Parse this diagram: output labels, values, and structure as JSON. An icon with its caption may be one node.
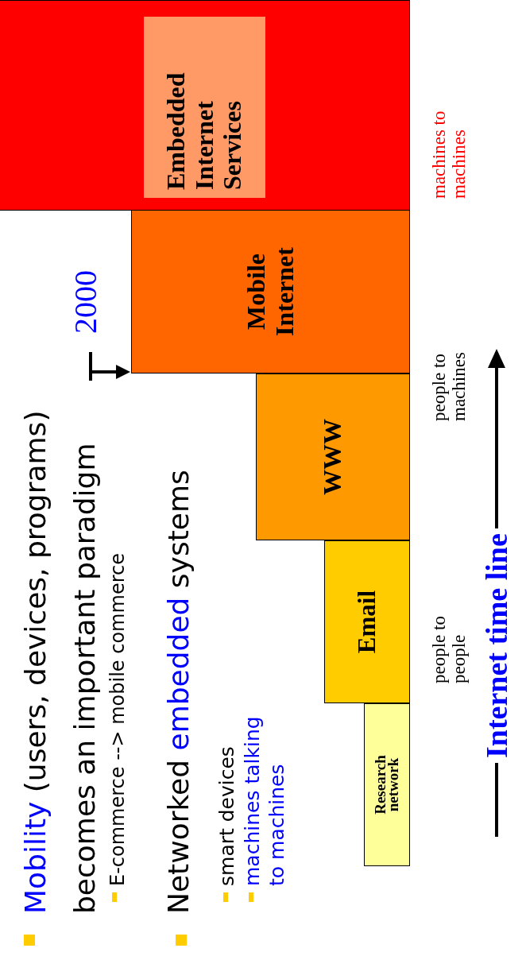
{
  "diagram": {
    "nodes": [
      {
        "text": [
          "Research network"
        ]
      },
      {
        "text": [
          "Email"
        ]
      },
      {
        "text": [
          "WWW"
        ]
      },
      {
        "text": [
          "Mobile Internet"
        ]
      },
      {
        "text": [],
        "shape": "box"
      },
      {
        "text": [
          "Embedded Internet Services"
        ],
        "in": 4
      }
    ],
    "edges": [],
    "labels": [
      "Mobility (users, devices, programs) becomes an important paradigm",
      "E-commerce --> mobile commerce",
      "Networked embedded systems",
      "smart devices",
      "machines talking to machines",
      "2000",
      "people to people",
      "people to machines",
      "machines to machines",
      "Internet time line"
    ]
  }
}
